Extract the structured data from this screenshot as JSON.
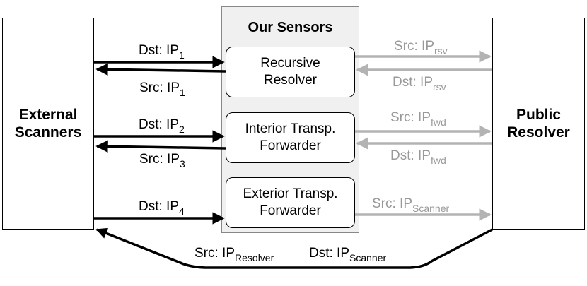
{
  "external_scanners": {
    "line1": "External",
    "line2": "Scanners"
  },
  "public_resolver": {
    "line1": "Public",
    "line2": "Resolver"
  },
  "sensors": {
    "title": "Our Sensors",
    "recursive": {
      "line1": "Recursive",
      "line2": "Resolver"
    },
    "interior": {
      "line1": "Interior Transp.",
      "line2": "Forwarder"
    },
    "exterior": {
      "line1": "Exterior Transp.",
      "line2": "Forwarder"
    }
  },
  "labels": {
    "dst_ip1": {
      "text": "Dst: IP",
      "sub": "1"
    },
    "src_ip1": {
      "text": "Src: IP",
      "sub": "1"
    },
    "dst_ip2": {
      "text": "Dst: IP",
      "sub": "2"
    },
    "src_ip3": {
      "text": "Src: IP",
      "sub": "3"
    },
    "dst_ip4": {
      "text": "Dst: IP",
      "sub": "4"
    },
    "src_iprsv": {
      "text": "Src: IP",
      "sub": "rsv"
    },
    "dst_iprsv": {
      "text": "Dst: IP",
      "sub": "rsv"
    },
    "src_ipfwd": {
      "text": "Src: IP",
      "sub": "fwd"
    },
    "dst_ipfwd": {
      "text": "Dst: IP",
      "sub": "fwd"
    },
    "src_ipscanner": {
      "text": "Src: IP",
      "sub": "Scanner"
    },
    "src_ipresolver": {
      "text": "Src: IP",
      "sub": "Resolver"
    },
    "dst_ipscanner": {
      "text": "Dst: IP",
      "sub": "Scanner"
    }
  },
  "colors": {
    "dark": "#000000",
    "grey": "#b3b3b3",
    "sensor_bg": "#f0f0f0"
  }
}
